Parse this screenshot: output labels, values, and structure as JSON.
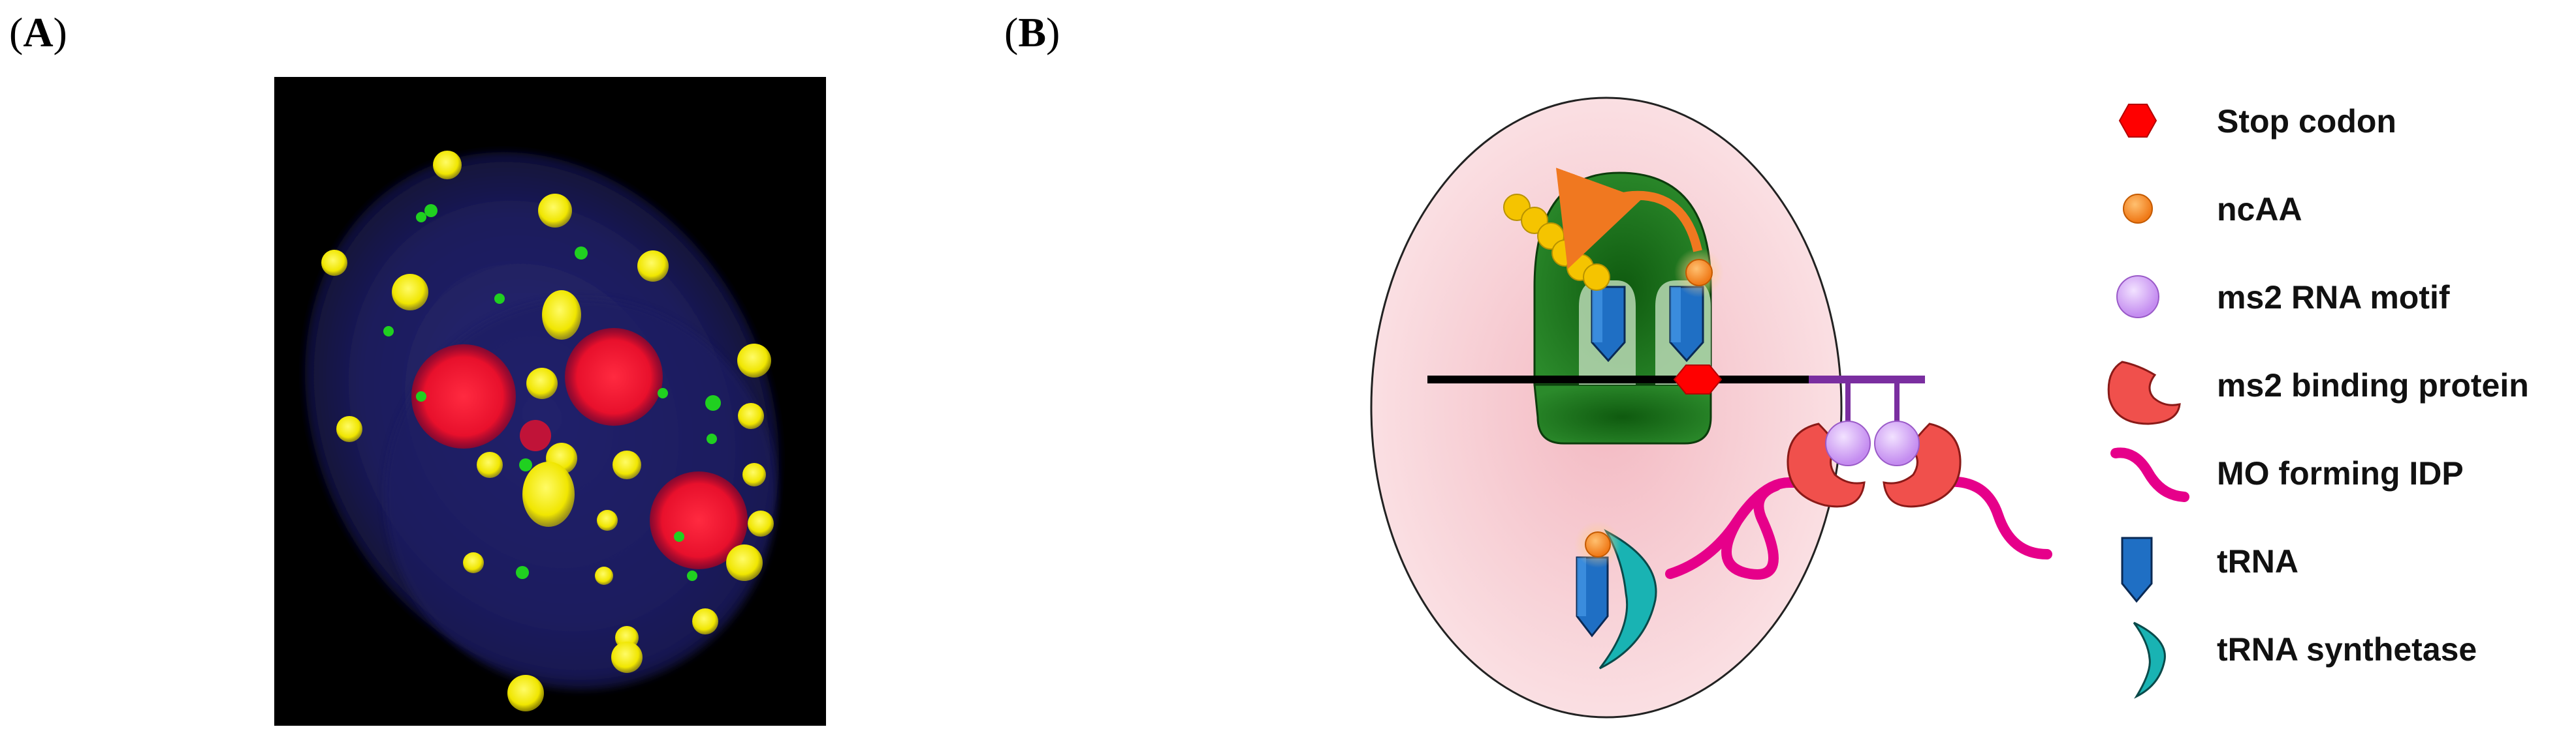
{
  "panels": {
    "a_label": "A",
    "b_label": "B"
  },
  "legend": [
    {
      "icon": "stop-codon-hexagon-icon",
      "label": "Stop codon",
      "color": "#ff0000"
    },
    {
      "icon": "ncaa-orange-circle-icon",
      "label": "ncAA",
      "color": "#f58220"
    },
    {
      "icon": "ms2-rna-motif-icon",
      "label": "ms2 RNA motif",
      "color": "#cc99ff"
    },
    {
      "icon": "ms2-binding-protein-icon",
      "label": "ms2 binding protein",
      "color": "#f0504c"
    },
    {
      "icon": "mo-forming-idp-icon",
      "label": "MO forming IDP",
      "color": "#e6008a"
    },
    {
      "icon": "trna-icon",
      "label": "tRNA",
      "color": "#1f6fc4"
    },
    {
      "icon": "trna-synthetase-icon",
      "label": "tRNA synthetase",
      "color": "#19b3b3"
    }
  ],
  "colors": {
    "cell": "#f8cdd2",
    "ribosome": "#1e7a1e",
    "mrna": "#000000",
    "mrna_tail": "#7a2ea0",
    "chain_bead": "#f5c400",
    "arrow": "#f07820",
    "nucleus": "#1a1a5c",
    "nucleolus": "#ff1a3c",
    "yellow_foci": "#f2ea00",
    "green_foci": "#1ecc1e"
  }
}
